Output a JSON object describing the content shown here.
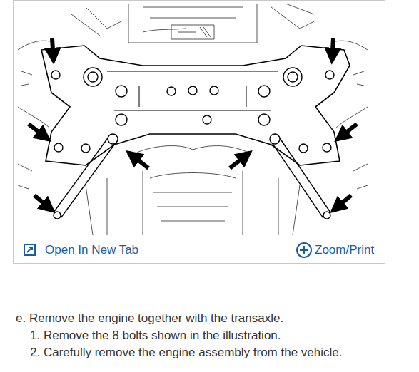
{
  "diagram": {
    "labels": [
      "Open In New Tab",
      "Zoom/Print",
      "e. Remove the engine together with the transaxle.",
      "1. Remove the 8 bolts shown in the illustration.",
      "2. Carefully remove the engine assembly from the vehicle."
    ]
  }
}
